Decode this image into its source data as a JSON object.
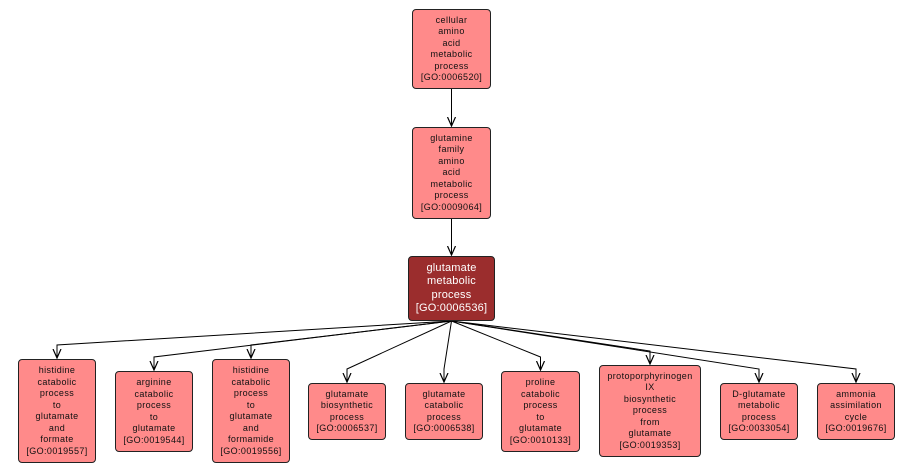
{
  "colors": {
    "node_fill": "#ff8a8a",
    "focus_fill": "#9b2d2d",
    "edge": "#000000"
  },
  "nodes": [
    {
      "id": "GO:0006520",
      "lines": [
        "cellular",
        "amino",
        "acid",
        "metabolic",
        "process",
        "[GO:0006520]"
      ]
    },
    {
      "id": "GO:0009064",
      "lines": [
        "glutamine",
        "family",
        "amino",
        "acid",
        "metabolic",
        "process",
        "[GO:0009064]"
      ]
    },
    {
      "id": "GO:0006536",
      "lines": [
        "glutamate",
        "metabolic",
        "process",
        "[GO:0006536]"
      ],
      "focus": true
    },
    {
      "id": "GO:0019557",
      "lines": [
        "histidine",
        "catabolic",
        "process",
        "to",
        "glutamate",
        "and",
        "formate",
        "[GO:0019557]"
      ]
    },
    {
      "id": "GO:0019544",
      "lines": [
        "arginine",
        "catabolic",
        "process",
        "to",
        "glutamate",
        "[GO:0019544]"
      ]
    },
    {
      "id": "GO:0019556",
      "lines": [
        "histidine",
        "catabolic",
        "process",
        "to",
        "glutamate",
        "and",
        "formamide",
        "[GO:0019556]"
      ]
    },
    {
      "id": "GO:0006537",
      "lines": [
        "glutamate",
        "biosynthetic",
        "process",
        "[GO:0006537]"
      ]
    },
    {
      "id": "GO:0006538",
      "lines": [
        "glutamate",
        "catabolic",
        "process",
        "[GO:0006538]"
      ]
    },
    {
      "id": "GO:0010133",
      "lines": [
        "proline",
        "catabolic",
        "process",
        "to",
        "glutamate",
        "[GO:0010133]"
      ]
    },
    {
      "id": "GO:0019353",
      "lines": [
        "protoporphyrinogen",
        "IX",
        "biosynthetic",
        "process",
        "from",
        "glutamate",
        "[GO:0019353]"
      ]
    },
    {
      "id": "GO:0033054",
      "lines": [
        "D-glutamate",
        "metabolic",
        "process",
        "[GO:0033054]"
      ]
    },
    {
      "id": "GO:0019676",
      "lines": [
        "ammonia",
        "assimilation",
        "cycle",
        "[GO:0019676]"
      ]
    }
  ],
  "edges": [
    [
      0,
      1
    ],
    [
      1,
      2
    ],
    [
      2,
      3
    ],
    [
      2,
      4
    ],
    [
      2,
      5
    ],
    [
      2,
      6
    ],
    [
      2,
      7
    ],
    [
      2,
      8
    ],
    [
      2,
      9
    ],
    [
      2,
      10
    ],
    [
      2,
      11
    ]
  ]
}
